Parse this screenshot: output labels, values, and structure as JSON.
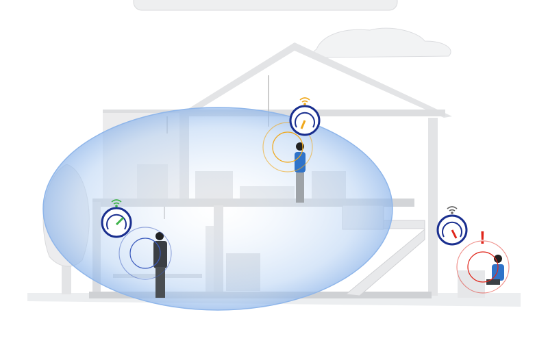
{
  "scene": {
    "alert_mark": "!",
    "colors": {
      "coverage": "#9fc3ee",
      "gauge_ring": "#1a2f8f",
      "good": "#3fb34a",
      "medium": "#f0a81c",
      "bad": "#e0261b",
      "wall": "#e6e7e9",
      "floor": "#d3d5d8"
    },
    "gauges": [
      {
        "location": "upper-floor",
        "status": "medium"
      },
      {
        "location": "ground-floor-left",
        "status": "good"
      },
      {
        "location": "outside-right",
        "status": "bad"
      }
    ],
    "icons": [
      "cloud",
      "house",
      "wifi-coverage-ellipse",
      "speed-gauge-icon",
      "wifi-icon",
      "alert-icon",
      "person",
      "tree"
    ]
  }
}
